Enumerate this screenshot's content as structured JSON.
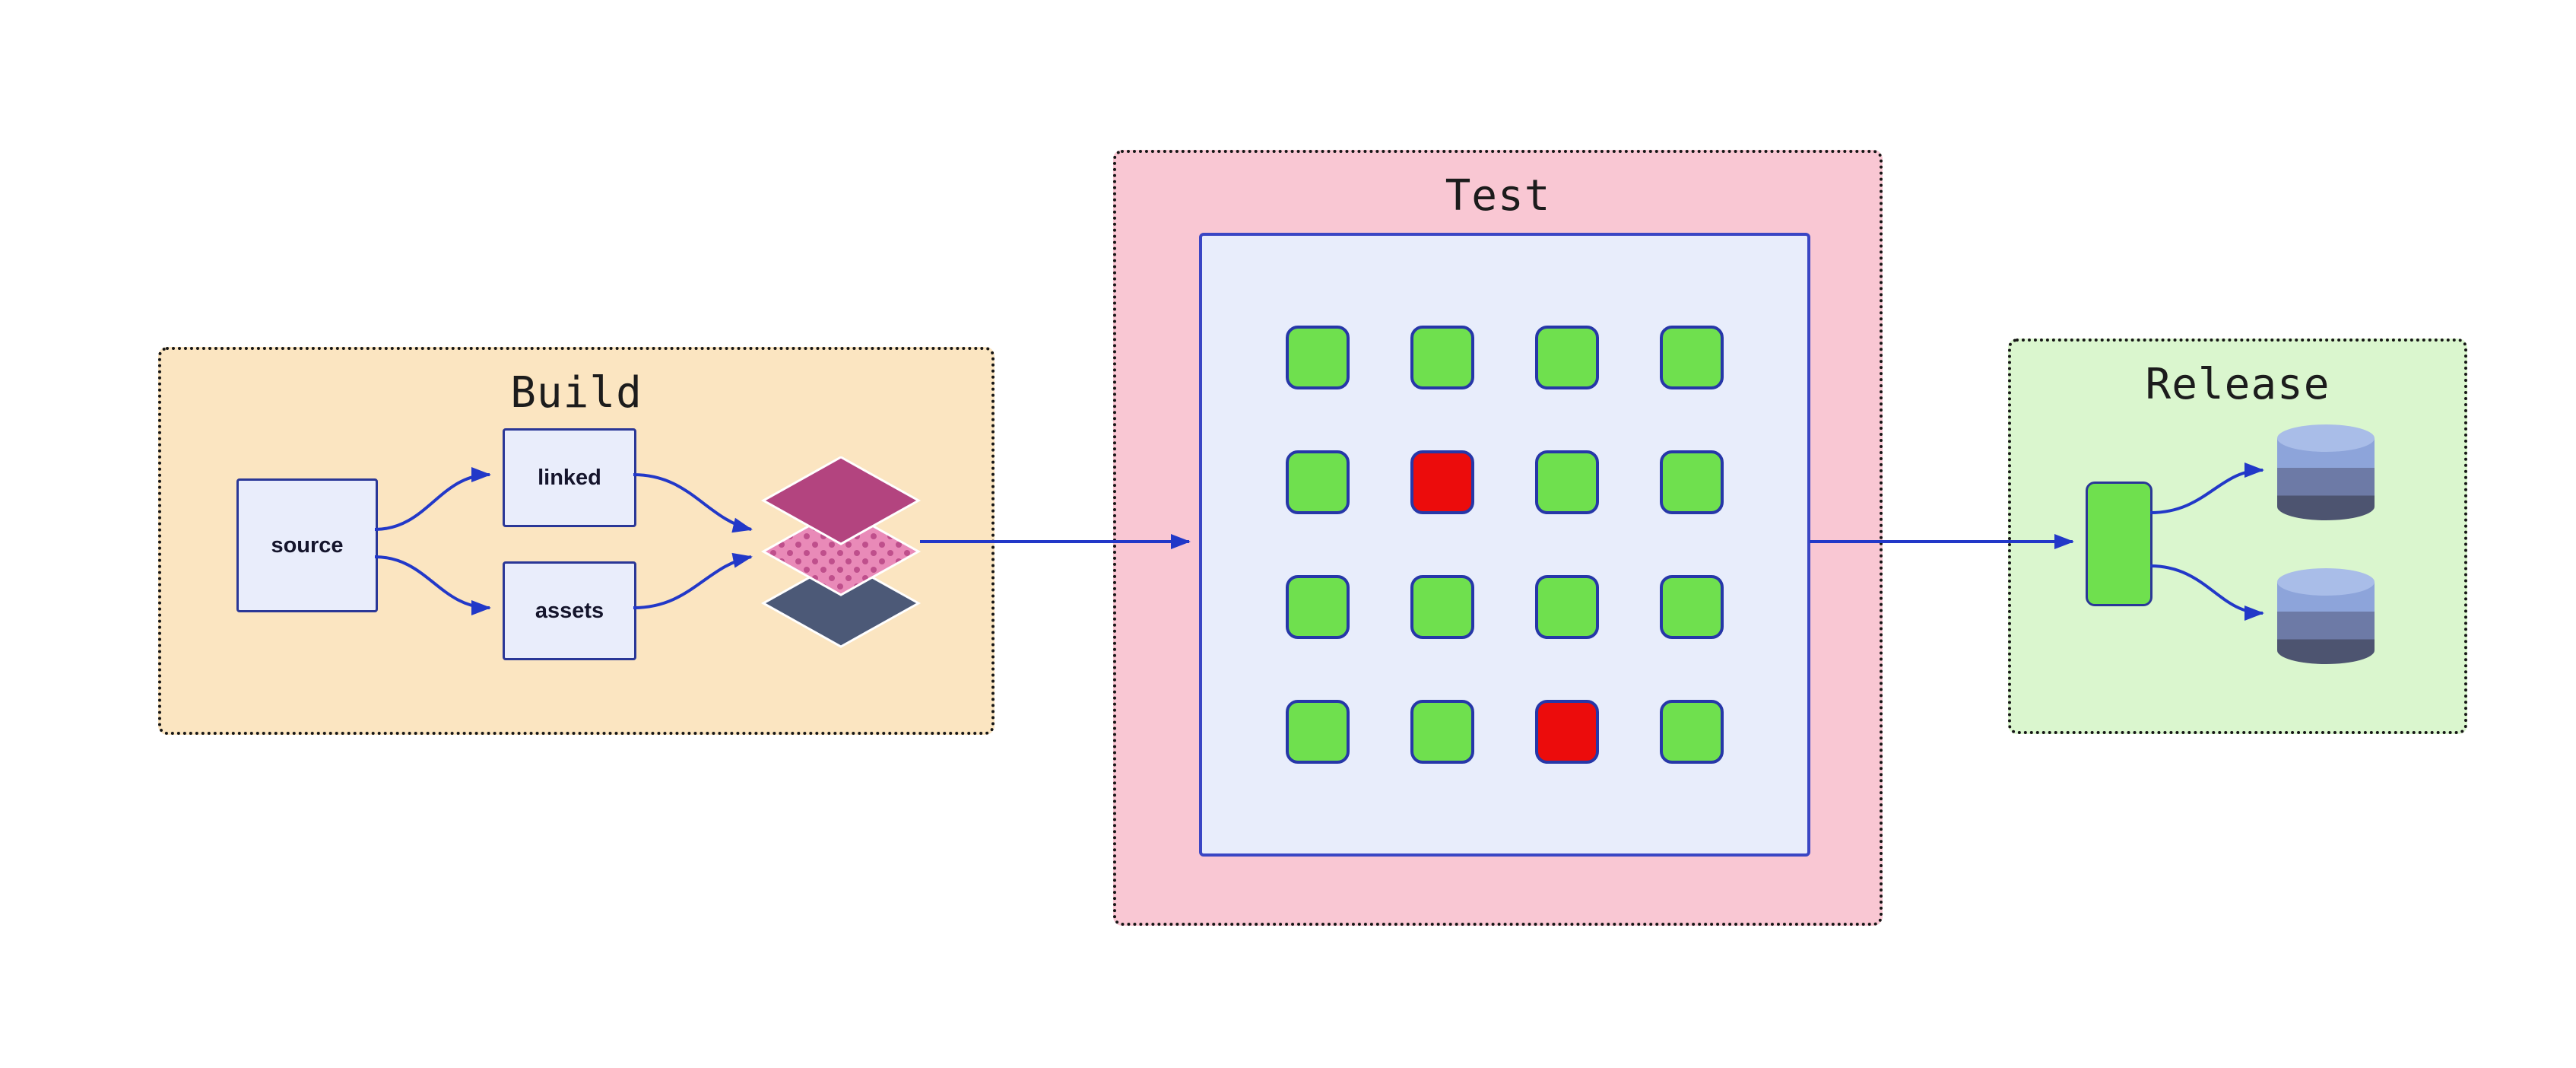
{
  "stages": {
    "build": {
      "title": "Build",
      "nodes": {
        "source": {
          "label": "source"
        },
        "linked": {
          "label": "linked"
        },
        "assets": {
          "label": "assets"
        }
      },
      "artifact_icon": "layers-icon"
    },
    "test": {
      "title": "Test",
      "grid": {
        "rows": 4,
        "cols": 4,
        "cells": [
          "pass",
          "pass",
          "pass",
          "pass",
          "pass",
          "fail",
          "pass",
          "pass",
          "pass",
          "pass",
          "pass",
          "pass",
          "pass",
          "pass",
          "fail",
          "pass"
        ]
      }
    },
    "release": {
      "title": "Release",
      "node_icon": "release-node",
      "target_icons": [
        "database-icon",
        "database-icon"
      ]
    }
  },
  "colors": {
    "build_bg": "#fbe5c1",
    "test_bg": "#f9c7d3",
    "release_bg": "#daf6ce",
    "container_border": "#161616",
    "node_fill": "#e9edfb",
    "node_border": "#2a3797",
    "panel_fill": "#e8edfb",
    "panel_border": "#3a46c4",
    "arrow": "#2238c8",
    "pass": "#6fe04e",
    "fail": "#ec0c0c",
    "cell_border": "#2637a8",
    "layer_top": "#b3447f",
    "layer_mid": "#e98ab8",
    "layer_mid_dot": "#bf4f8c",
    "layer_bottom": "#4c5977",
    "db_light": "#a9bde8",
    "db_band1": "#8da4da",
    "db_band2": "#6d7aa6",
    "db_band3": "#4d5470",
    "title": "#1c1c1c",
    "label": "#15152c"
  }
}
